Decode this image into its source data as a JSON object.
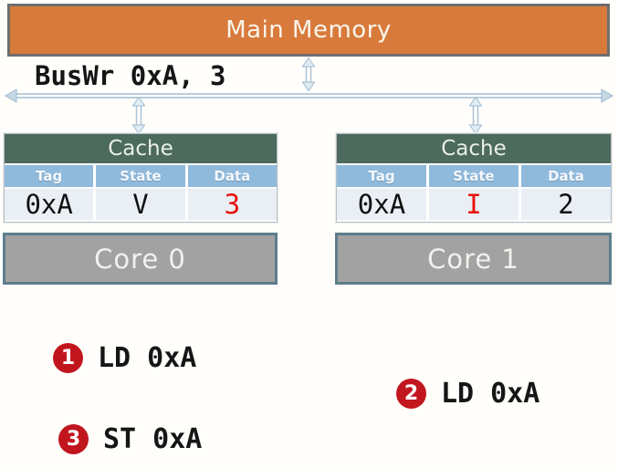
{
  "main_memory": {
    "label": "Main Memory"
  },
  "bus": {
    "label": "BusWr 0xA, 3"
  },
  "caches": [
    {
      "title": "Cache",
      "columns": [
        "Tag",
        "State",
        "Data"
      ],
      "row": {
        "tag": "0xA",
        "state": "V",
        "data": "3"
      },
      "cell_colors": {
        "tag": "#111111",
        "state": "#111111",
        "data": "#e8100c"
      }
    },
    {
      "title": "Cache",
      "columns": [
        "Tag",
        "State",
        "Data"
      ],
      "row": {
        "tag": "0xA",
        "state": "I",
        "data": "2"
      },
      "cell_colors": {
        "tag": "#111111",
        "state": "#e8100c",
        "data": "#111111"
      }
    }
  ],
  "cores": [
    {
      "label": "Core 0"
    },
    {
      "label": "Core 1"
    }
  ],
  "steps": [
    {
      "num": "1",
      "label": "LD 0xA"
    },
    {
      "num": "2",
      "label": "LD 0xA"
    },
    {
      "num": "3",
      "label": "ST 0xA"
    }
  ],
  "colors": {
    "memory_fill": "#d87a3c",
    "cache_header_green": "#4c6a5d",
    "column_header_blue": "#90badc",
    "row_background": "#e9eff5",
    "core_fill": "#a2a2a2",
    "core_border": "#5e7d8d",
    "bus_blue": "#aec6d9",
    "step_badge_red": "#c2161f",
    "highlight_red": "#e8100c"
  }
}
